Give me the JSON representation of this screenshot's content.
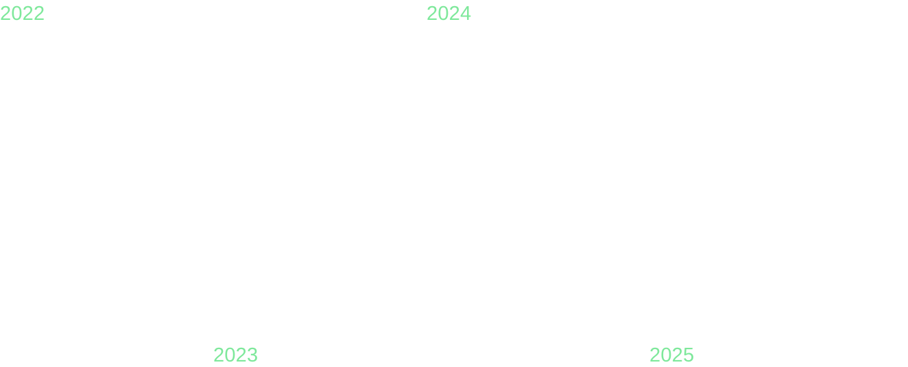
{
  "accent_color": "#7ee89b",
  "years": {
    "y2022": "2022",
    "y2023": "2023",
    "y2024": "2024",
    "y2025": "2025"
  }
}
